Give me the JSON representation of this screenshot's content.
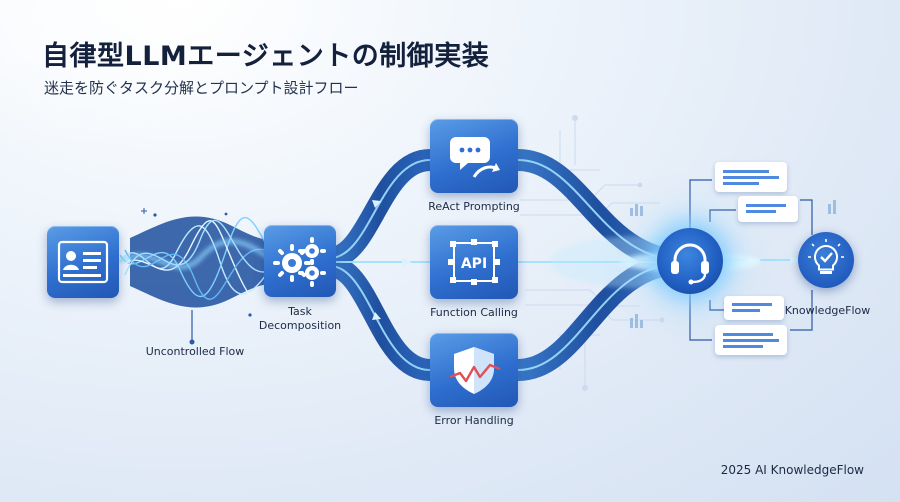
{
  "header": {
    "title": "自律型LLMエージェントの制御実装",
    "subtitle": "迷走を防ぐタスク分解とプロンプト設計フロー"
  },
  "diagram": {
    "input_label": "Uncontrolled Flow",
    "decompose_label": "Task\nDecomposition",
    "branches": [
      {
        "label": "ReAct Prompting",
        "icon": "chat-refresh-icon"
      },
      {
        "label": "Function Calling",
        "icon": "api-icon"
      },
      {
        "label": "Error Handling",
        "icon": "shield-icon"
      }
    ],
    "api_icon_text": "API",
    "hub_icon": "headset-icon",
    "output_label": "KnowledgeFlow",
    "output_icon": "lightbulb-check-icon"
  },
  "footer": {
    "credit": "2025 AI KnowledgeFlow"
  },
  "colors": {
    "title": "#13213d",
    "node": "#2f6fcf",
    "pipe": "#1e4f9c",
    "glow": "#8fd8ff"
  }
}
